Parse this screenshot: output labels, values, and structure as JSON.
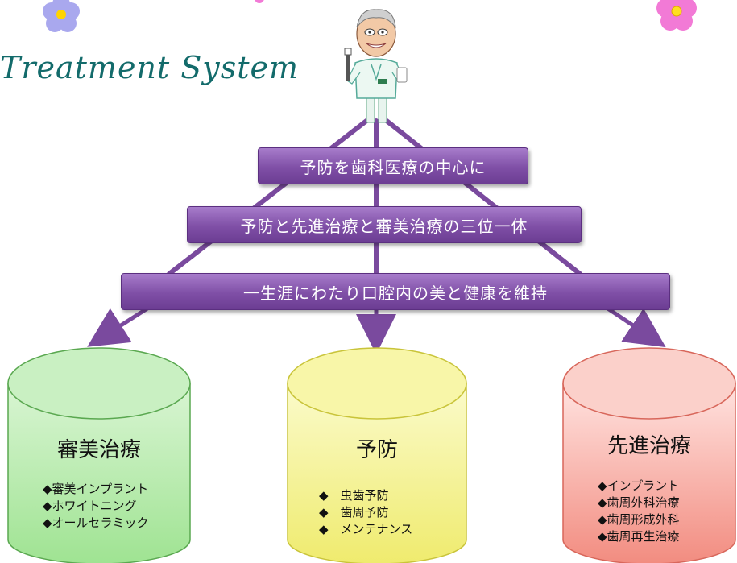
{
  "header": {
    "title": "Treatment   System"
  },
  "pyramid": {
    "levels": [
      {
        "label": "予防を歯科医療の中心に"
      },
      {
        "label": "予防と先進治療と審美治療の三位一体"
      },
      {
        "label": "一生涯にわたり口腔内の美と健康を維持"
      }
    ]
  },
  "cylinders": [
    {
      "title": "審美治療",
      "items": [
        "◆審美インプラント",
        "◆ホワイトニング",
        "◆オールセラミック"
      ],
      "color": "#a8e6a1"
    },
    {
      "title": "予防",
      "items": [
        "◆　虫歯予防",
        "◆　歯周予防",
        "◆　メンテナンス"
      ],
      "color": "#f3f083"
    },
    {
      "title": "先進治療",
      "items": [
        "◆インプラント",
        "◆歯周外科治療",
        "◆歯周形成外科",
        "◆歯周再生治療"
      ],
      "color": "#f59a8f"
    }
  ],
  "colors": {
    "title": "#136b6b",
    "bar": "#7f4fa6",
    "arrow": "#7a4a9e",
    "flower_blue": "#a9a8ee",
    "flower_pink": "#f27ad6"
  },
  "icons": {
    "mascot": "dentist-cartoon-icon",
    "flowers": [
      "flower-icon",
      "flower-icon",
      "flower-icon"
    ]
  }
}
